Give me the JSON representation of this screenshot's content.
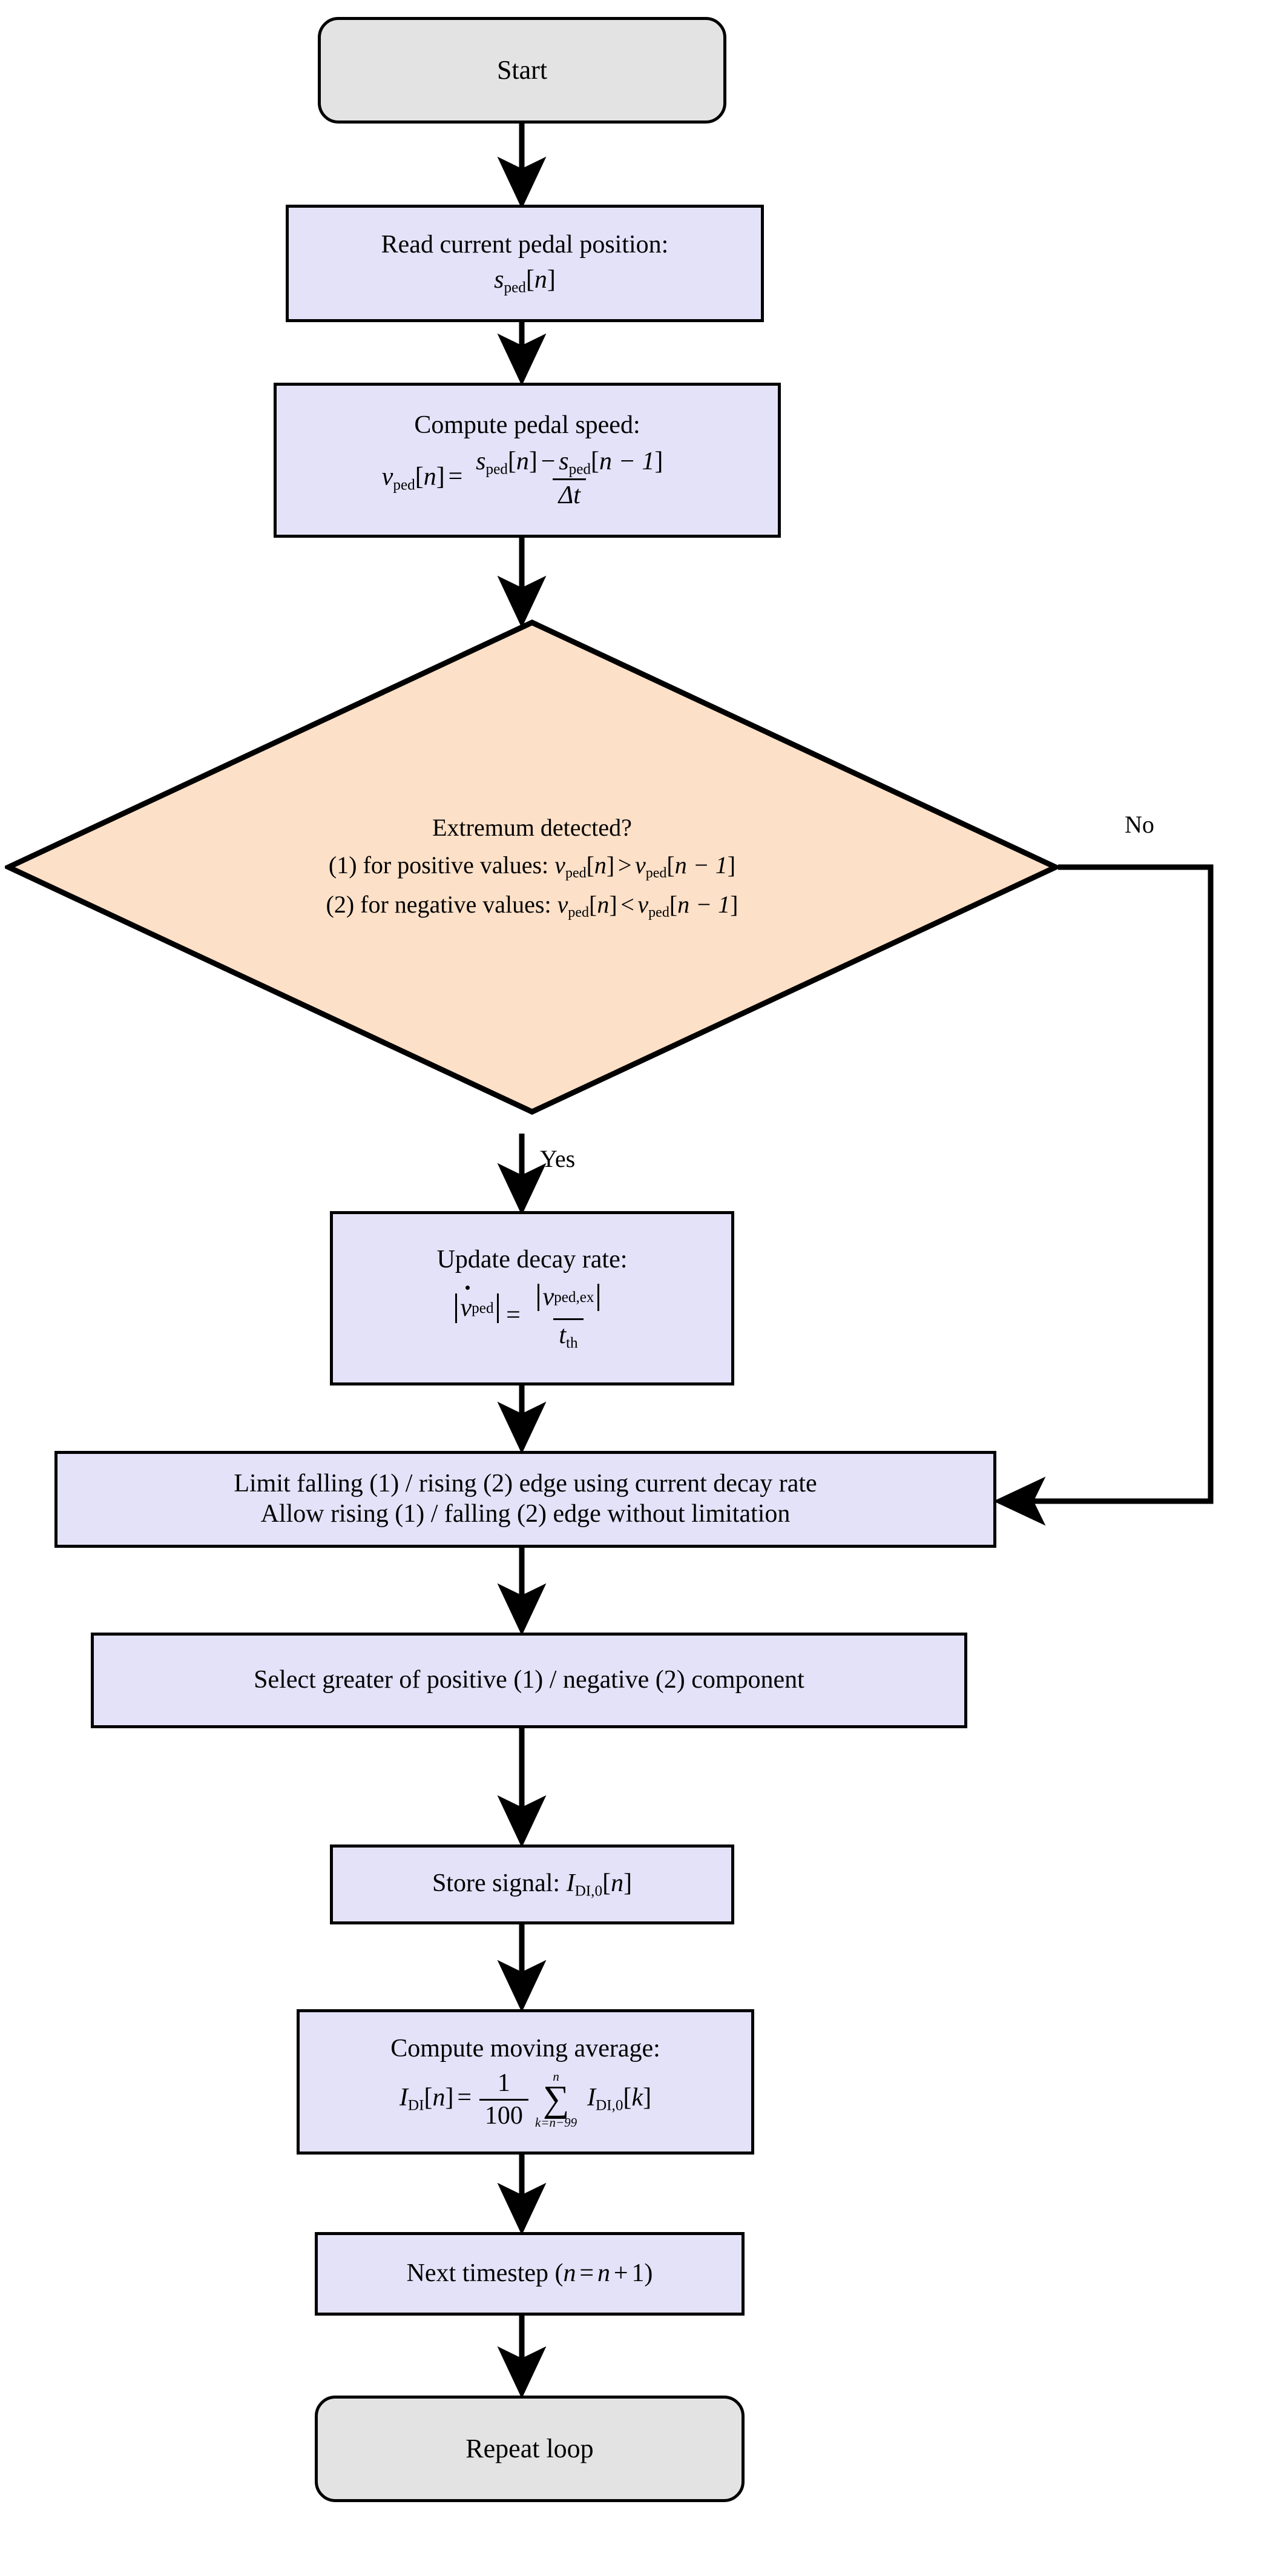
{
  "diagram": {
    "type": "flowchart",
    "title": "Pedal signal extremum detection and decay-rate limiting loop",
    "colors": {
      "terminal_fill": "#e3e3e3",
      "process_fill": "#e3e2f8",
      "decision_fill": "#fce0c8",
      "stroke": "#000000",
      "background": "#ffffff"
    },
    "nodes": {
      "start": {
        "shape": "terminal",
        "label": "Start"
      },
      "read_position": {
        "shape": "process",
        "line1": "Read current pedal position:",
        "formula_plain": "s_ped[n]",
        "var": "s",
        "sub": "ped",
        "index": "n"
      },
      "compute_speed": {
        "shape": "process",
        "line1": "Compute pedal speed:",
        "formula_plain": "v_ped[n] = ( s_ped[n] - s_ped[n-1] ) / Δt",
        "lhs_var": "v",
        "lhs_sub": "ped",
        "lhs_index": "n",
        "num_a_var": "s",
        "num_a_sub": "ped",
        "num_a_index": "n",
        "minus": "−",
        "num_b_var": "s",
        "num_b_sub": "ped",
        "num_b_index": "n − 1",
        "denominator": "Δt",
        "equals": "="
      },
      "decision": {
        "shape": "decision",
        "question": "Extremum detected?",
        "case1_prefix": "(1) for positive values:",
        "case1_lhs_var": "v",
        "case1_lhs_sub": "ped",
        "case1_lhs_index": "n",
        "case1_rel": ">",
        "case1_rhs_var": "v",
        "case1_rhs_sub": "ped",
        "case1_rhs_index": "n − 1",
        "case1_plain": "(1) for positive values: v_ped[n] > v_ped[n-1]",
        "case2_prefix": "(2) for negative values:",
        "case2_lhs_var": "v",
        "case2_lhs_sub": "ped",
        "case2_lhs_index": "n",
        "case2_rel": "<",
        "case2_rhs_var": "v",
        "case2_rhs_sub": "ped",
        "case2_rhs_index": "n − 1",
        "case2_plain": "(2) for negative values: v_ped[n] < v_ped[n-1]"
      },
      "update_decay": {
        "shape": "process",
        "line1": "Update decay rate:",
        "formula_plain": "|v̇_ped| = |v_ped,ex| / t_th",
        "lhs_var": "v",
        "lhs_sub": "ped",
        "equals": "=",
        "num_var": "v",
        "num_sub": "ped,ex",
        "den_var": "t",
        "den_sub": "th"
      },
      "limit_edge": {
        "shape": "process",
        "line1": "Limit falling  (1) / rising (2)  edge using current decay rate",
        "line2": "Allow rising  (1) / falling (2)  edge without limitation"
      },
      "select_greater": {
        "shape": "process",
        "line1": "Select greater of positive  (1) / negative (2)  component"
      },
      "store_signal": {
        "shape": "process",
        "prefix": "Store signal:",
        "formula_plain": "I_DI,0[n]",
        "var": "I",
        "sub": "DI,0",
        "index": "n"
      },
      "moving_average": {
        "shape": "process",
        "line1": "Compute moving average:",
        "formula_plain": "I_DI[n] = (1/100) ∑(k=n-99..n) I_DI,0[k]",
        "lhs_var": "I",
        "lhs_sub": "DI",
        "lhs_index": "n",
        "equals": "=",
        "frac_num": "1",
        "frac_den": "100",
        "sum_upper": "n",
        "sum_lower": "k=n−99",
        "sum_symbol": "∑",
        "term_var": "I",
        "term_sub": "DI,0",
        "term_index": "k"
      },
      "next_timestep": {
        "shape": "process",
        "prefix": "Next timestep",
        "formula_plain": "(n = n + 1)",
        "open": "(",
        "var1": "n",
        "equals": "=",
        "var2": "n",
        "plus": "+",
        "one": "1",
        "close": ")"
      },
      "repeat": {
        "shape": "terminal",
        "label": "Repeat loop"
      }
    },
    "edges": [
      {
        "from": "start",
        "to": "read_position",
        "label": ""
      },
      {
        "from": "read_position",
        "to": "compute_speed",
        "label": ""
      },
      {
        "from": "compute_speed",
        "to": "decision",
        "label": ""
      },
      {
        "from": "decision",
        "to": "update_decay",
        "label": "Yes"
      },
      {
        "from": "decision",
        "to": "limit_edge",
        "label": "No"
      },
      {
        "from": "update_decay",
        "to": "limit_edge",
        "label": ""
      },
      {
        "from": "limit_edge",
        "to": "select_greater",
        "label": ""
      },
      {
        "from": "select_greater",
        "to": "store_signal",
        "label": ""
      },
      {
        "from": "store_signal",
        "to": "moving_average",
        "label": ""
      },
      {
        "from": "moving_average",
        "to": "next_timestep",
        "label": ""
      },
      {
        "from": "next_timestep",
        "to": "repeat",
        "label": ""
      }
    ],
    "edge_labels": {
      "yes": "Yes",
      "no": "No"
    }
  }
}
